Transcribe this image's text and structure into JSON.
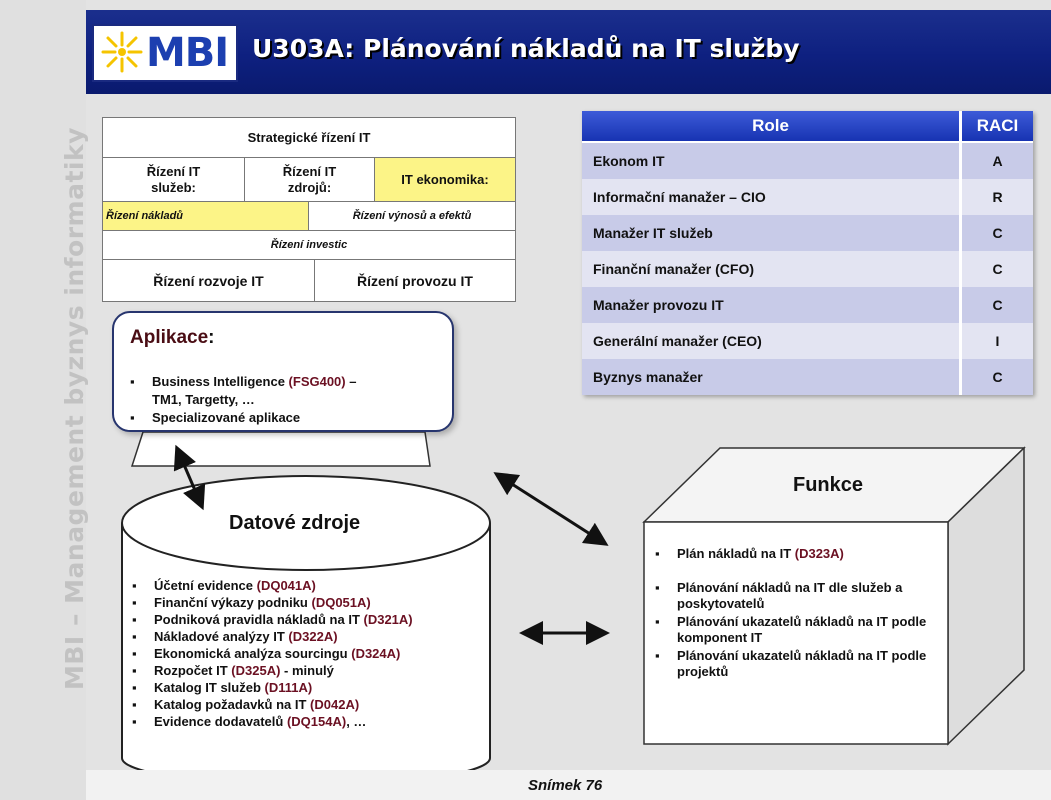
{
  "sidebar": {
    "vertical_text": "MBI – Management byznys informatiky"
  },
  "header": {
    "logo_text": "MBI",
    "title": "U303A: Plánování nákladů na IT služby"
  },
  "org_table": {
    "strategic": "Strategické řízení IT",
    "services": "Řízení IT služeb:",
    "resources": "Řízení IT zdrojů:",
    "economics": "IT ekonomika:",
    "costs": "Řízení nákladů",
    "revenues": "Řízení výnosů a efektů",
    "investments": "Řízení investic",
    "development": "Řízení rozvoje IT",
    "operations": "Řízení provozu IT"
  },
  "raci": {
    "header_role": "Role",
    "header_raci": "RACI",
    "rows": [
      {
        "role": "Ekonom IT",
        "raci": "A"
      },
      {
        "role": "Informační manažer – CIO",
        "raci": "R"
      },
      {
        "role": "Manažer IT služeb",
        "raci": "C"
      },
      {
        "role": "Finanční manažer (CFO)",
        "raci": "C"
      },
      {
        "role": "Manažer provozu IT",
        "raci": "C"
      },
      {
        "role": "Generální manažer (CEO)",
        "raci": "I"
      },
      {
        "role": "Byznys manažer",
        "raci": "C"
      }
    ]
  },
  "applications": {
    "title": "Aplikace",
    "colon": ":",
    "items": [
      {
        "text": "Business Intelligence ",
        "code": "(FSG400)",
        "suffix": " –"
      },
      {
        "text": "TM1, Targetty, …",
        "code": "",
        "suffix": ""
      },
      {
        "text": "Specializované aplikace",
        "code": "",
        "suffix": ""
      }
    ]
  },
  "data_sources": {
    "title": "Datové zdroje",
    "items": [
      {
        "text": "Účetní evidence ",
        "code": "(DQ041A)",
        "suffix": ""
      },
      {
        "text": "Finanční výkazy podniku ",
        "code": "(DQ051A)",
        "suffix": ""
      },
      {
        "text": "Podniková pravidla nákladů na IT ",
        "code": "(D321A)",
        "suffix": ""
      },
      {
        "text": "Nákladové analýzy IT ",
        "code": "(D322A)",
        "suffix": ""
      },
      {
        "text": "Ekonomická analýza sourcingu ",
        "code": "(D324A)",
        "suffix": ""
      },
      {
        "text": "Rozpočet IT ",
        "code": "(D325A)",
        "suffix": " - minulý"
      },
      {
        "text": "Katalog IT služeb ",
        "code": "(D111A)",
        "suffix": ""
      },
      {
        "text": "Katalog požadavků na IT ",
        "code": "(D042A)",
        "suffix": ""
      },
      {
        "text": "Evidence dodavatelů ",
        "code": "(DQ154A)",
        "suffix": ",  …"
      }
    ]
  },
  "functions": {
    "title": "Funkce",
    "items": [
      {
        "text": "Plán nákladů na IT ",
        "code": "(D323A)",
        "suffix": ""
      },
      {
        "text": "Plánování nákladů na IT dle služeb a poskytovatelů",
        "code": "",
        "suffix": ""
      },
      {
        "text": "Plánování ukazatelů nákladů na IT podle komponent IT",
        "code": "",
        "suffix": ""
      },
      {
        "text": "Plánování ukazatelů nákladů na IT podle projektů",
        "code": "",
        "suffix": ""
      }
    ]
  },
  "footer": {
    "slide_label": "Snímek  76"
  },
  "colors": {
    "header_blue": "#0e2080",
    "highlight_yellow": "#fcf487",
    "raci_dark": "#c8cbe8",
    "raci_light": "#e3e4f2",
    "code_red": "#6b1022"
  }
}
